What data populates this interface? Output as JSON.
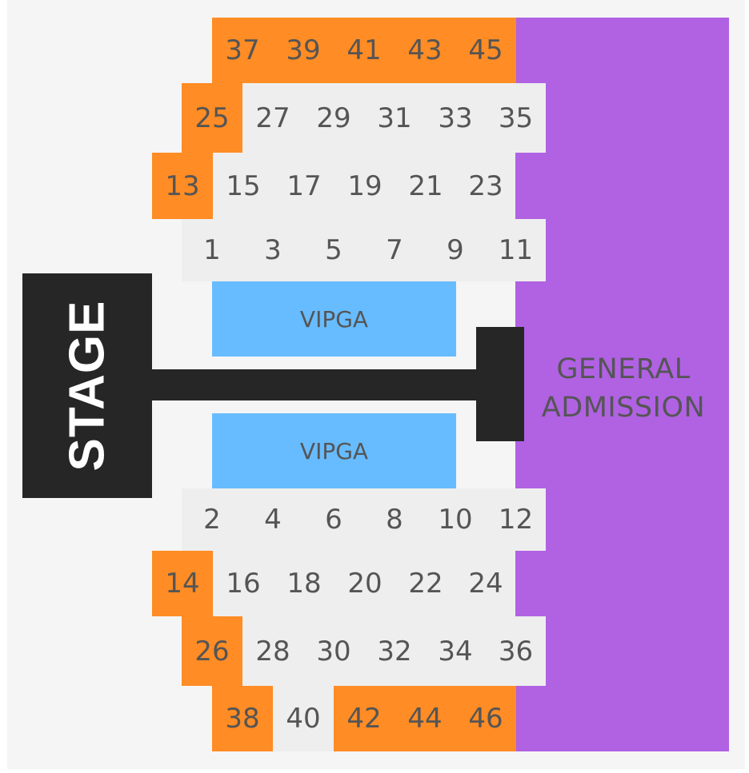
{
  "colors": {
    "background": "#f5f5f5",
    "section_standard": "#eeeeee",
    "section_highlight": "#ff8c24",
    "general_admission": "#b062e3",
    "vip": "#67bcff",
    "stage": "#262626",
    "text": "#555555"
  },
  "stage": {
    "label": "STAGE"
  },
  "general_admission": {
    "line1": "GENERAL",
    "line2": "ADMISSION"
  },
  "vip_sections": [
    {
      "label": "VIPGA"
    },
    {
      "label": "VIPGA"
    }
  ],
  "top_rows": [
    {
      "sections": [
        {
          "label": "37",
          "status": "highlight"
        },
        {
          "label": "39",
          "status": "highlight"
        },
        {
          "label": "41",
          "status": "highlight"
        },
        {
          "label": "43",
          "status": "highlight"
        },
        {
          "label": "45",
          "status": "highlight"
        }
      ]
    },
    {
      "sections": [
        {
          "label": "25",
          "status": "highlight"
        },
        {
          "label": "27",
          "status": "standard"
        },
        {
          "label": "29",
          "status": "standard"
        },
        {
          "label": "31",
          "status": "standard"
        },
        {
          "label": "33",
          "status": "standard"
        },
        {
          "label": "35",
          "status": "standard"
        }
      ]
    },
    {
      "sections": [
        {
          "label": "13",
          "status": "highlight"
        },
        {
          "label": "15",
          "status": "standard"
        },
        {
          "label": "17",
          "status": "standard"
        },
        {
          "label": "19",
          "status": "standard"
        },
        {
          "label": "21",
          "status": "standard"
        },
        {
          "label": "23",
          "status": "standard"
        }
      ]
    },
    {
      "sections": [
        {
          "label": "1",
          "status": "standard"
        },
        {
          "label": "3",
          "status": "standard"
        },
        {
          "label": "5",
          "status": "standard"
        },
        {
          "label": "7",
          "status": "standard"
        },
        {
          "label": "9",
          "status": "standard"
        },
        {
          "label": "11",
          "status": "standard"
        }
      ]
    }
  ],
  "bottom_rows": [
    {
      "sections": [
        {
          "label": "2",
          "status": "standard"
        },
        {
          "label": "4",
          "status": "standard"
        },
        {
          "label": "6",
          "status": "standard"
        },
        {
          "label": "8",
          "status": "standard"
        },
        {
          "label": "10",
          "status": "standard"
        },
        {
          "label": "12",
          "status": "standard"
        }
      ]
    },
    {
      "sections": [
        {
          "label": "14",
          "status": "highlight"
        },
        {
          "label": "16",
          "status": "standard"
        },
        {
          "label": "18",
          "status": "standard"
        },
        {
          "label": "20",
          "status": "standard"
        },
        {
          "label": "22",
          "status": "standard"
        },
        {
          "label": "24",
          "status": "standard"
        }
      ]
    },
    {
      "sections": [
        {
          "label": "26",
          "status": "highlight"
        },
        {
          "label": "28",
          "status": "standard"
        },
        {
          "label": "30",
          "status": "standard"
        },
        {
          "label": "32",
          "status": "standard"
        },
        {
          "label": "34",
          "status": "standard"
        },
        {
          "label": "36",
          "status": "standard"
        }
      ]
    },
    {
      "sections": [
        {
          "label": "38",
          "status": "highlight"
        },
        {
          "label": "40",
          "status": "standard"
        },
        {
          "label": "42",
          "status": "highlight"
        },
        {
          "label": "44",
          "status": "highlight"
        },
        {
          "label": "46",
          "status": "highlight"
        }
      ]
    }
  ]
}
